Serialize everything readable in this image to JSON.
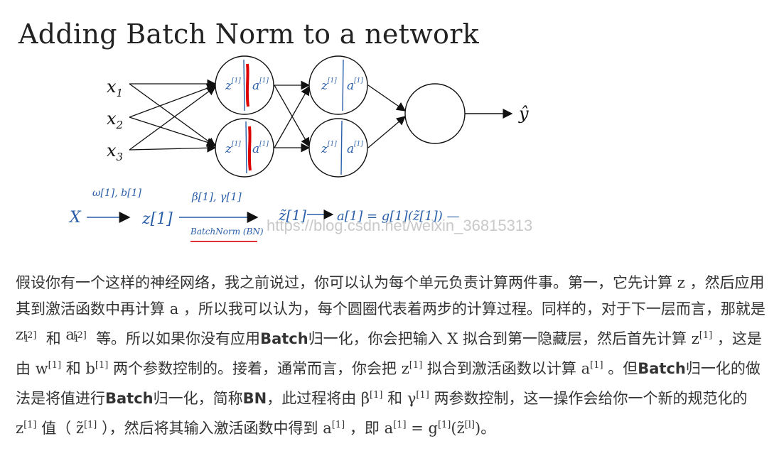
{
  "figure": {
    "title": "Adding Batch Norm to a network",
    "watermark": "https://blog.csdn.net/weixin_36815313",
    "inputs": [
      "x",
      "x",
      "x"
    ],
    "input_subscripts": [
      "1",
      "2",
      "3"
    ],
    "output_label": "ŷ",
    "handwriting": {
      "layer1_top": [
        "z",
        "a"
      ],
      "layer1_bottom": [
        "z",
        "a"
      ],
      "layer2_top": [
        "z",
        "a"
      ],
      "layer2_bottom": [
        "z",
        "a"
      ],
      "sup": "[1]",
      "sub1": "1",
      "sub2": "2",
      "chain_x": "X",
      "chain_wb": "ω[1], b[1]",
      "chain_z": "z[1]",
      "chain_bg": "β[1], γ[1]",
      "chain_bn": "BatchNorm (BN)",
      "chain_ztilde": "z̃[1]",
      "chain_a": "a[1] = g[1](z̃[1]) —"
    }
  },
  "paragraph": {
    "s1": "假设你有一个这样的神经网络，我之前说过，你可以认为每个单元负责计算两件事。第一，它先计算",
    "z": "z",
    "s2": "，然后应用其到激活函数中再计算",
    "a": "a",
    "s3": "，所以我可以认为，每个圆圈代表着两步的计算过程。同样的，对于下一层而言，那就是",
    "sup2": "[2]",
    "sub1": "1",
    "and1": "和",
    "s4": "等。所以如果你没有应用",
    "batch": "Batch",
    "s5": "归一化，你会把输入",
    "X": "X",
    "s6": "拟合到第一隐藏层，然后首先计算",
    "sup1": "[1]",
    "s7": "，这是由",
    "w": "w",
    "and2": "和",
    "b": "b",
    "s8": "两个参数控制的。接着，通常而言，你会把",
    "s9": "拟合到激活函数以计算",
    "s10": "。但",
    "s11": "归一化的做法是将值进行",
    "s12": "归一化，简称",
    "bn": "BN",
    "s13": "，此过程将由",
    "beta": "β",
    "and3": "和",
    "gamma": "γ",
    "s14": "两参数控制，这一操作会给你一个新的规范化的",
    "s15": "值（",
    "ztilde": "z̃",
    "s16": "），然后将其输入激活函数中得到",
    "s17": "，即",
    "eq": "=",
    "g": "g",
    "supl": "[l]",
    "s18": "。"
  }
}
